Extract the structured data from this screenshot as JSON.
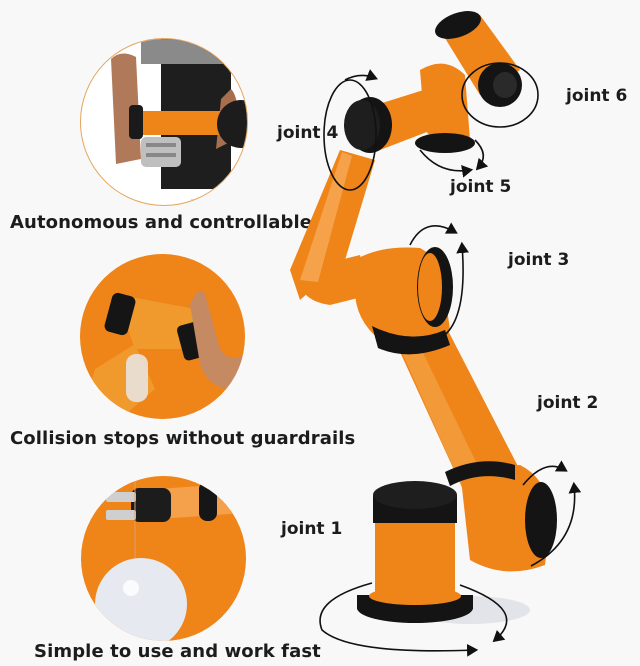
{
  "features": [
    {
      "caption": "Autonomous and controllable",
      "icon": "hand-guided-robot-arm"
    },
    {
      "caption": "Collision stops without guardrails",
      "icon": "robot-hand-collision"
    },
    {
      "caption": "Simple to use and work fast",
      "icon": "robot-gripper-ball"
    }
  ],
  "joints": [
    {
      "label": "joint 1"
    },
    {
      "label": "joint 2"
    },
    {
      "label": "joint 3"
    },
    {
      "label": "joint 4"
    },
    {
      "label": "joint 5"
    },
    {
      "label": "joint 6"
    }
  ],
  "colors": {
    "orange": "#ef8418",
    "orange_dark": "#c8650c",
    "joint_black": "#141414",
    "background": "#f8f8f8",
    "text": "#1c1c1c"
  }
}
